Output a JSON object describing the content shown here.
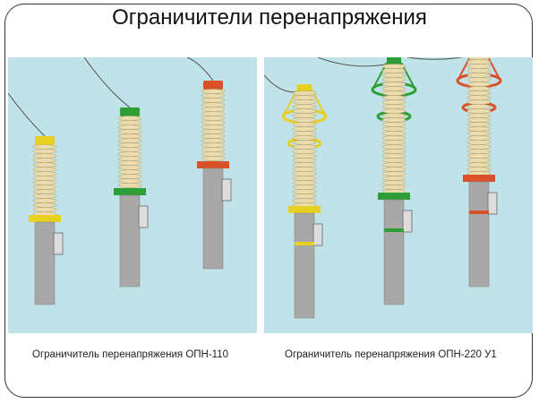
{
  "slide": {
    "title": "Ограничители перенапряжения",
    "figures": [
      {
        "caption": "Ограничитель перенапряжения ОПН-110",
        "arrester_colors": [
          "#e8d020",
          "#2e9e36",
          "#d9512a"
        ],
        "type": "opn-110"
      },
      {
        "caption": "Ограничитель перенапряжения ОПН-220 У1",
        "arrester_colors": [
          "#e8d020",
          "#2e9e36",
          "#d9512a"
        ],
        "type": "opn-220"
      }
    ],
    "colors": {
      "panel_bg": "#c0e3ea",
      "insulator": "#eadcae",
      "column": "#a8a8a8"
    }
  }
}
